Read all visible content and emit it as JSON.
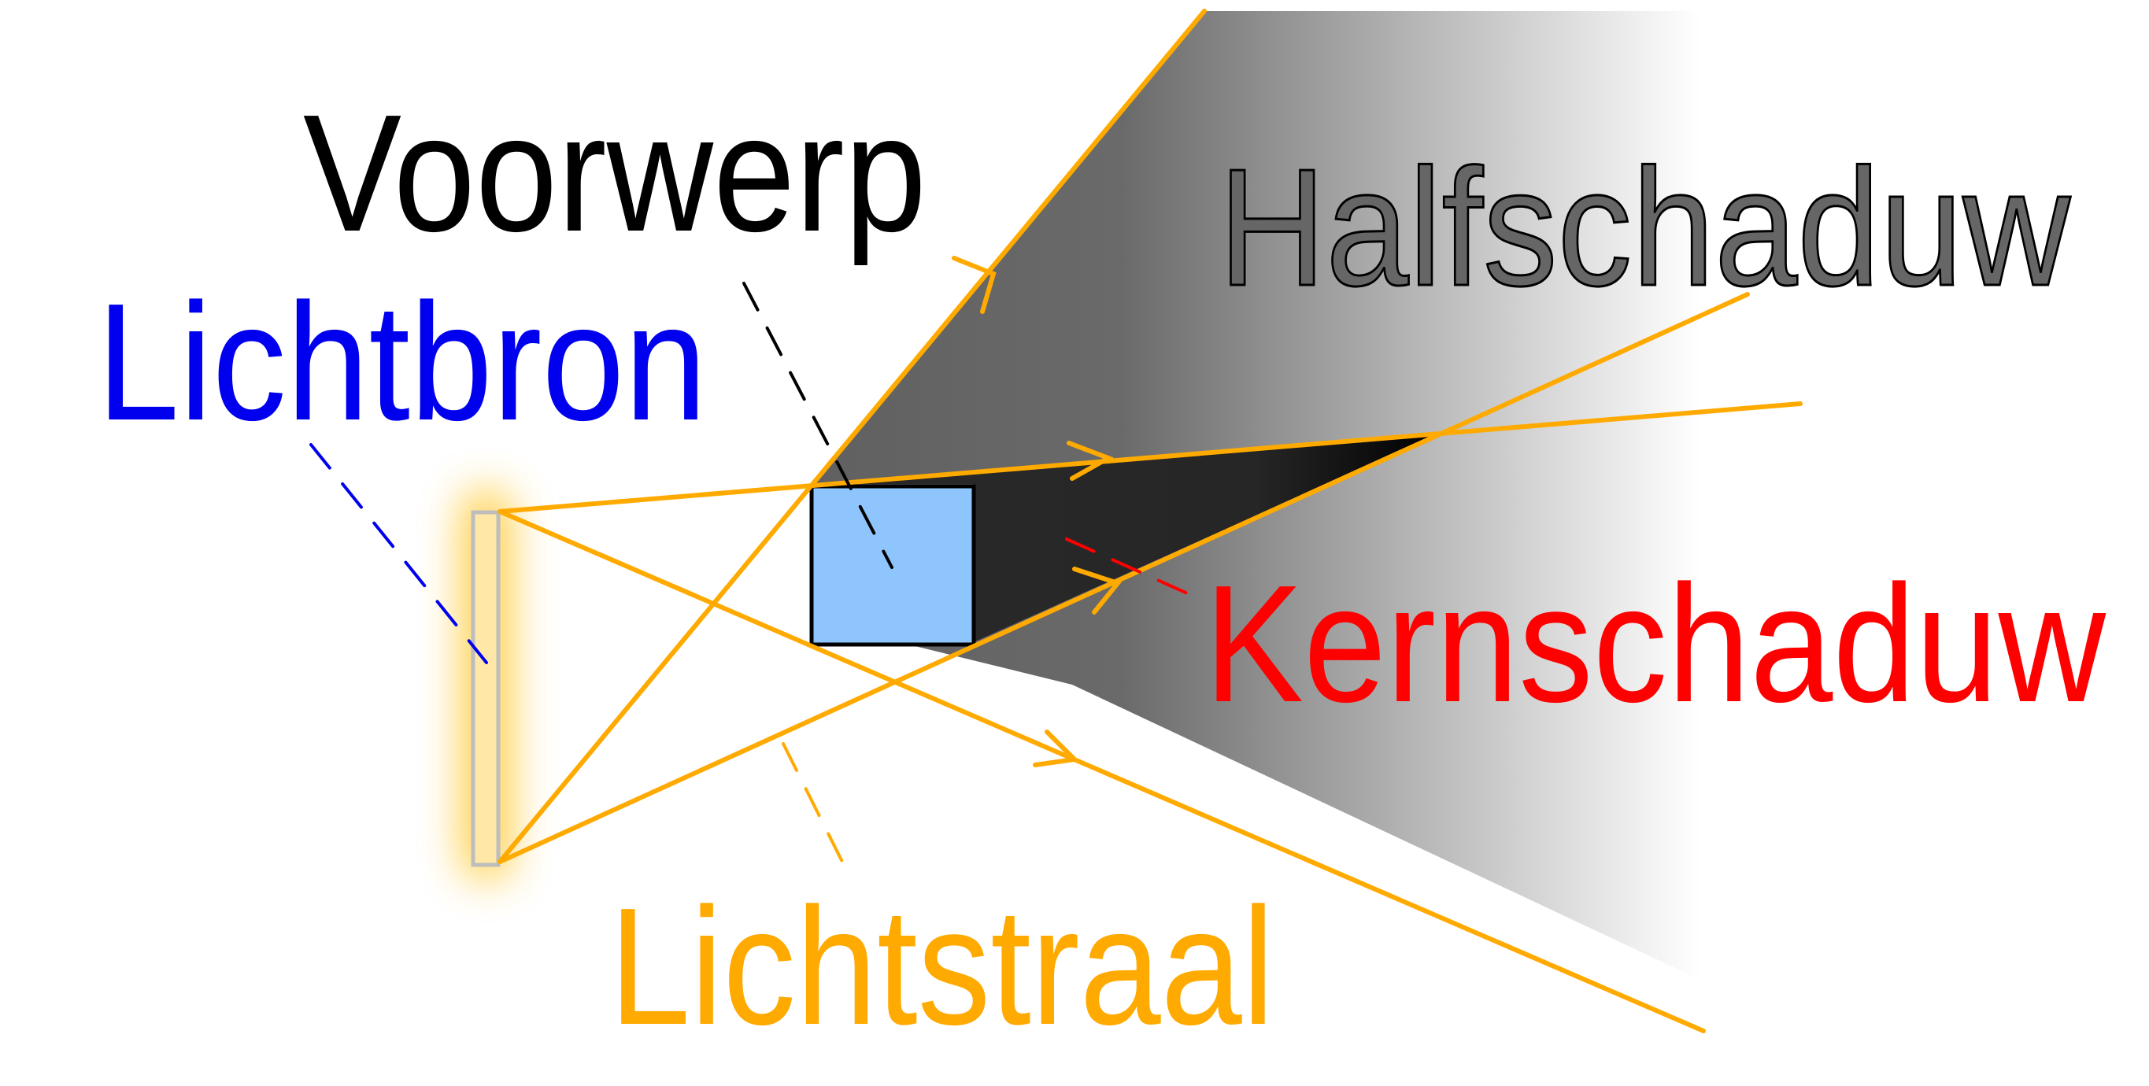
{
  "labels": {
    "object": "Voorwerp",
    "light_source": "Lichtbron",
    "penumbra": "Halfschaduw",
    "umbra": "Kernschaduw",
    "light_ray": "Lichtstraal"
  },
  "colors": {
    "object_label": "#000000",
    "light_source_label": "#0000ee",
    "penumbra_label_fill": "#666666",
    "penumbra_label_stroke": "#000000",
    "umbra_label": "#ff0000",
    "light_ray_label": "#ffaa00",
    "ray": "#ffaa00",
    "object_fill": "#8ec5fc",
    "umbra_fill": "#262626",
    "penumbra_start": "#616161",
    "glow": "#ffd24d"
  }
}
